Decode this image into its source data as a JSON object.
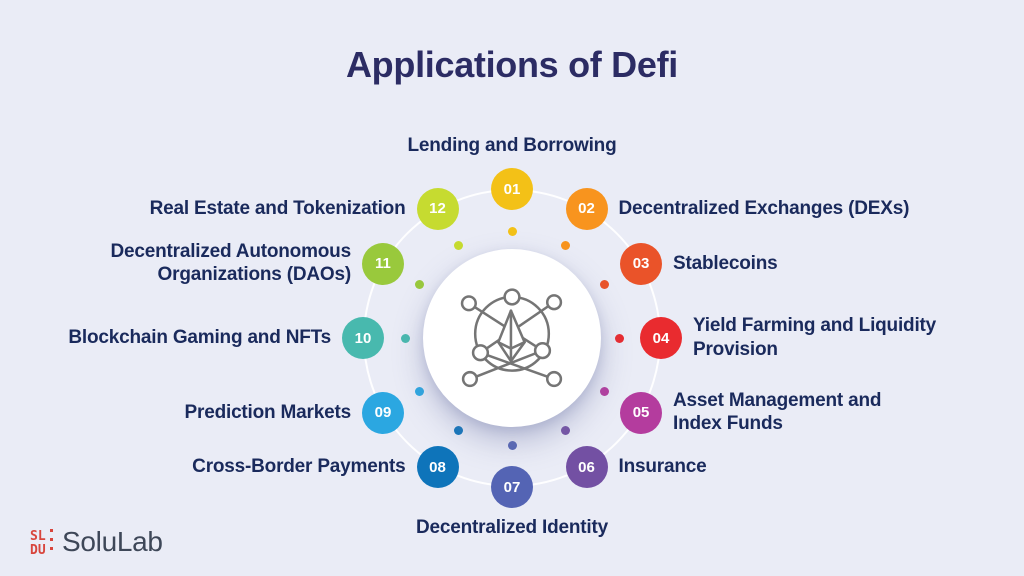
{
  "title": "Applications of Defi",
  "logo": {
    "text": "SoluLab",
    "icon": "solulab-blocks-icon",
    "icon_color": "#d8453d",
    "text_color": "#3e4758"
  },
  "center": {
    "icon": "ethereum-network-icon",
    "icon_stroke": "#757575",
    "circle_color": "#ffffff"
  },
  "colors": {
    "background": "#eaecf6",
    "title": "#2c2c64",
    "label": "#1a2a5c",
    "number_text": "#ffffff",
    "ring_line": "rgba(255,255,255,0.95)"
  },
  "items": [
    {
      "number": "01",
      "label": "Lending and Borrowing",
      "color": "#f3c117"
    },
    {
      "number": "02",
      "label": "Decentralized Exchanges (DEXs)",
      "color": "#f8941e"
    },
    {
      "number": "03",
      "label": "Stablecoins",
      "color": "#ea5329"
    },
    {
      "number": "04",
      "label": "Yield Farming and Liquidity\nProvision",
      "color": "#e92b2f"
    },
    {
      "number": "05",
      "label": "Asset Management and\nIndex Funds",
      "color": "#b43c9e"
    },
    {
      "number": "06",
      "label": "Insurance",
      "color": "#7350a3"
    },
    {
      "number": "07",
      "label": "Decentralized Identity",
      "color": "#5464b4"
    },
    {
      "number": "08",
      "label": "Cross-Border Payments",
      "color": "#0e74ba"
    },
    {
      "number": "09",
      "label": "Prediction Markets",
      "color": "#2ba7e1"
    },
    {
      "number": "10",
      "label": "Blockchain Gaming and NFTs",
      "color": "#48b9ae"
    },
    {
      "number": "11",
      "label": "Decentralized Autonomous\nOrganizations (DAOs)",
      "color": "#99c93c"
    },
    {
      "number": "12",
      "label": "Real Estate and Tokenization",
      "color": "#c6db30"
    }
  ]
}
